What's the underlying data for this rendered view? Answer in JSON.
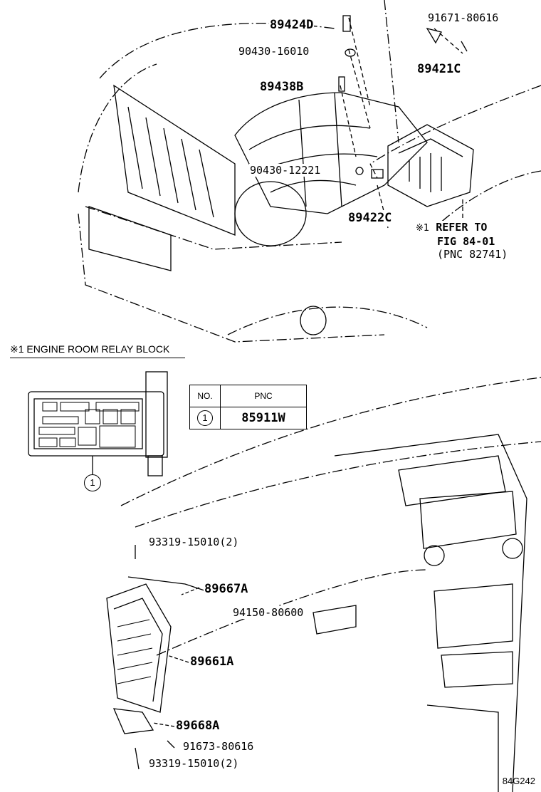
{
  "parts": {
    "p89424D": "89424D",
    "p90430_16010": "90430-16010",
    "p91671_80616": "91671-80616",
    "p89421C": "89421C",
    "p89438B": "89438B",
    "p90430_12221": "90430-12221",
    "p89422C": "89422C",
    "p93319_top": "93319-15010(2)",
    "p89667A": "89667A",
    "p94150_80600": "94150-80600",
    "p89661A": "89661A",
    "p89668A": "89668A",
    "p91673_80616": "91673-80616",
    "p93319_bottom": "93319-15010(2)"
  },
  "refer_note": {
    "mark": "※1",
    "line1": "REFER TO",
    "line2": "FIG 84-01",
    "line3": "(PNC 82741)"
  },
  "relay_block": {
    "title": "※1  ENGINE ROOM RELAY BLOCK",
    "callout": "1",
    "table": {
      "header_no": "NO.",
      "header_pnc": "PNC",
      "rows": [
        {
          "no": "1",
          "pnc": "85911W"
        }
      ]
    }
  },
  "figure_id": "84G242"
}
